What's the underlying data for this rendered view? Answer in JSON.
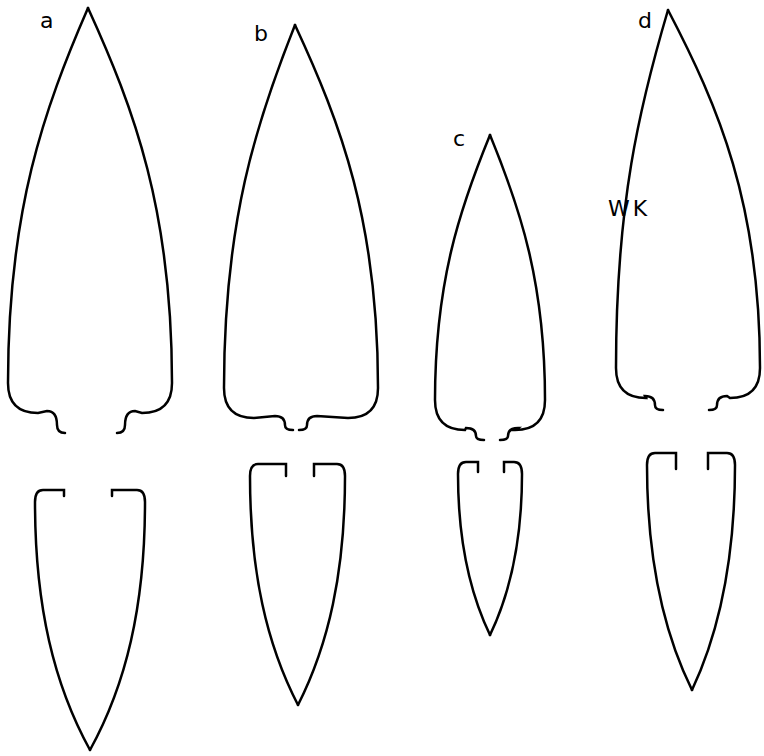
{
  "diagram": {
    "nodes": [
      {
        "text": [
          "WK"
        ]
      }
    ],
    "edges": [],
    "labels": [
      "a",
      "b",
      "c",
      "d"
    ]
  }
}
